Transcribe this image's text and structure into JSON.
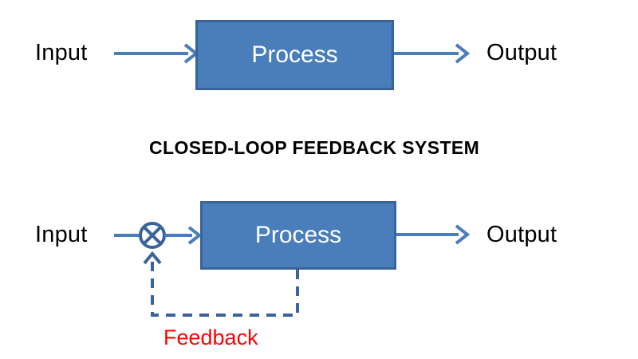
{
  "diagram": {
    "title": "CLOSED-LOOP FEEDBACK SYSTEM",
    "colors": {
      "box_fill": "#4a7ebb",
      "box_border": "#3a6499",
      "connector": "#4a7ebb",
      "feedback_text": "#ff0000",
      "label_text": "#000000",
      "box_text": "#ffffff",
      "background": "#ffffff"
    },
    "open_loop": {
      "input_label": "Input",
      "process_label": "Process",
      "output_label": "Output",
      "input_arrow_name": "input-arrow",
      "output_arrow_name": "output-arrow"
    },
    "closed_loop": {
      "input_label": "Input",
      "process_label": "Process",
      "output_label": "Output",
      "feedback_label": "Feedback",
      "summing_junction_name": "summing-junction",
      "feedback_path_style": "dashed"
    }
  }
}
